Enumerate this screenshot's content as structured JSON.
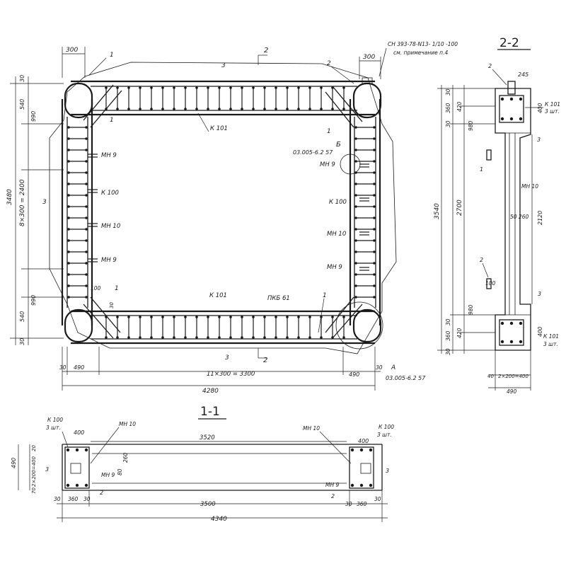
{
  "plan": {
    "top_dims": {
      "d300_left": "300",
      "d300_right": "300",
      "lbl_1": "1",
      "lbl_2": "2",
      "lbl_3": "3",
      "sec_2": "2"
    },
    "note_ref": "СН 393-78-N13- 1/10 -100",
    "note_sub": "см. примечание п.4",
    "left_dims": [
      "30",
      "540",
      "990",
      "3480",
      "8×300 = 2400",
      "990",
      "540",
      "30"
    ],
    "labels": {
      "k101_top": "К 101",
      "mn9_l1": "МН 9",
      "k100_l": "К 100",
      "mn10_l": "МН 10",
      "mn9_l2": "МН 9",
      "mn9_r1": "МН 9",
      "k100_r": "К 100",
      "mn10_r": "МН 10",
      "mn9_r2": "МН 9",
      "k101_bot": "К 101",
      "pkb": "ПКБ 61",
      "one": "1",
      "three_left": "3",
      "three_bot": "3",
      "d100": "100",
      "d30": "30",
      "sec2_bot": "2",
      "node_b": "Б",
      "node_b_ref": "03.005-6.2 57",
      "node_a": "А",
      "node_a_ref": "03.005-6.2 57"
    },
    "bottom_dims": {
      "d30": "30",
      "d490_l": "490",
      "span": "11×300 = 3300",
      "d490_r": "490",
      "d30_r": "30",
      "total": "4280"
    }
  },
  "section22": {
    "title": "2-2",
    "labels": {
      "two_top": "2",
      "d245": "245",
      "k101": "К 101",
      "k101_qty": "3 шт.",
      "d400_top": "400",
      "d360": "360",
      "d420": "420",
      "d30a": "30",
      "d980": "980",
      "d3540": "3540",
      "d2700": "2700",
      "mn10": "МН 10",
      "d50_260": "50 260",
      "d2120": "2120",
      "three_a": "3",
      "one": "1",
      "two_mid": "2",
      "d100": "100",
      "d3b": "3",
      "d980b": "980",
      "d30b": "30",
      "d420b": "420",
      "d360b": "360",
      "d30c": "30",
      "d400_bot": "400",
      "k101b": "К 101",
      "k101b_qty": "3 шт.",
      "d40": "40",
      "d2x200": "2×200=400",
      "d490": "490"
    }
  },
  "section11": {
    "title": "1-1",
    "labels": {
      "k100_l": "К 100",
      "k100_l_qty": "3 шт.",
      "d400_l": "400",
      "mn10_l": "МН 10",
      "d3520": "3520",
      "mn10_r": "МН 10",
      "k100_r": "К 100",
      "k100_r_qty": "3 шт.",
      "d400_r": "400",
      "d490": "490",
      "d20": "20",
      "d2x200": "2×200=400",
      "d80": "80",
      "d260": "260",
      "mn9_l": "МН 9",
      "mn9_r": "МН 9",
      "three_l": "3",
      "three_r": "3",
      "d70": "70",
      "two_l": "2",
      "two_r": "2",
      "d30a": "30",
      "d360a": "360",
      "d30b": "30",
      "d3500": "3500",
      "d30c": "30",
      "d360b": "360",
      "d30d": "30",
      "d4340": "4340"
    }
  }
}
